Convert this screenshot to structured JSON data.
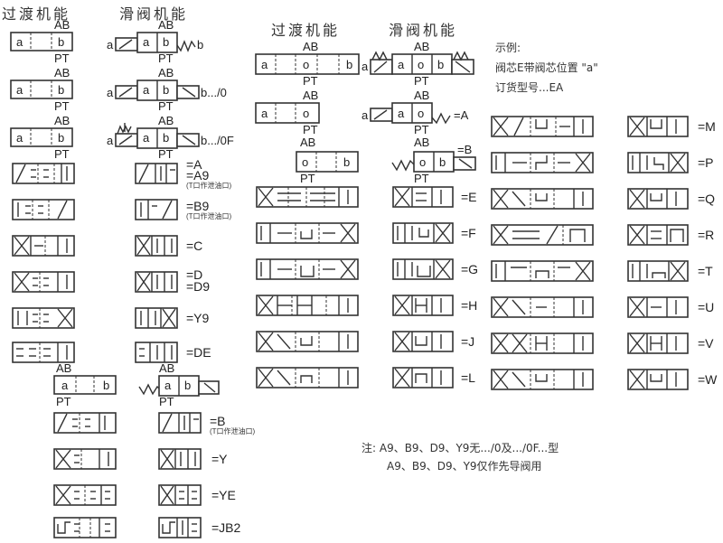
{
  "left_section": {
    "title_transition": "过渡机能",
    "title_spool": "滑阀机能",
    "ports": {
      "A": "A",
      "B": "B",
      "P": "P",
      "T": "T"
    },
    "positions": {
      "a": "a",
      "b": "b",
      "o": "o"
    },
    "valve_suffixes": [
      "b",
      "b.../0",
      "b.../0F"
    ],
    "functions": [
      {
        "code": "=A\n=A9",
        "line1": "=A",
        "line2": "=A9",
        "remark": "(T口作泄油口)"
      },
      {
        "code": "=B9",
        "line1": "=B9",
        "remark": "(T口作泄油口)"
      },
      {
        "code": "=C",
        "line1": "=C"
      },
      {
        "code": "=D\n=D9",
        "line1": "=D",
        "line2": "=D9"
      },
      {
        "code": "=Y9",
        "line1": "=Y9"
      },
      {
        "code": "=DE",
        "line1": "=DE"
      }
    ],
    "functions_b": [
      {
        "line1": "=B",
        "remark": "(T口作泄油口)"
      },
      {
        "line1": "=Y"
      },
      {
        "line1": "=YE"
      },
      {
        "line1": "=JB2"
      }
    ]
  },
  "right_section": {
    "title_transition": "过渡机能",
    "title_spool": "滑阀机能",
    "spring_labels": {
      "A": "=A",
      "B": "=B"
    },
    "functions_col1": [
      "=E",
      "=F",
      "=G",
      "=H",
      "=J",
      "=L"
    ],
    "functions_col2": [
      "=M",
      "=P",
      "=Q",
      "=R",
      "=T",
      "=U",
      "=V",
      "=W"
    ]
  },
  "example": {
    "heading": "示例:",
    "line1": "阀芯E带阀芯位置 \"a\"",
    "line2": "订货型号...EA"
  },
  "notes": {
    "line1": "注: A9、B9、D9、Y9无.../0及.../0F...型",
    "line2": "A9、B9、D9、Y9仅作先导阀用"
  }
}
